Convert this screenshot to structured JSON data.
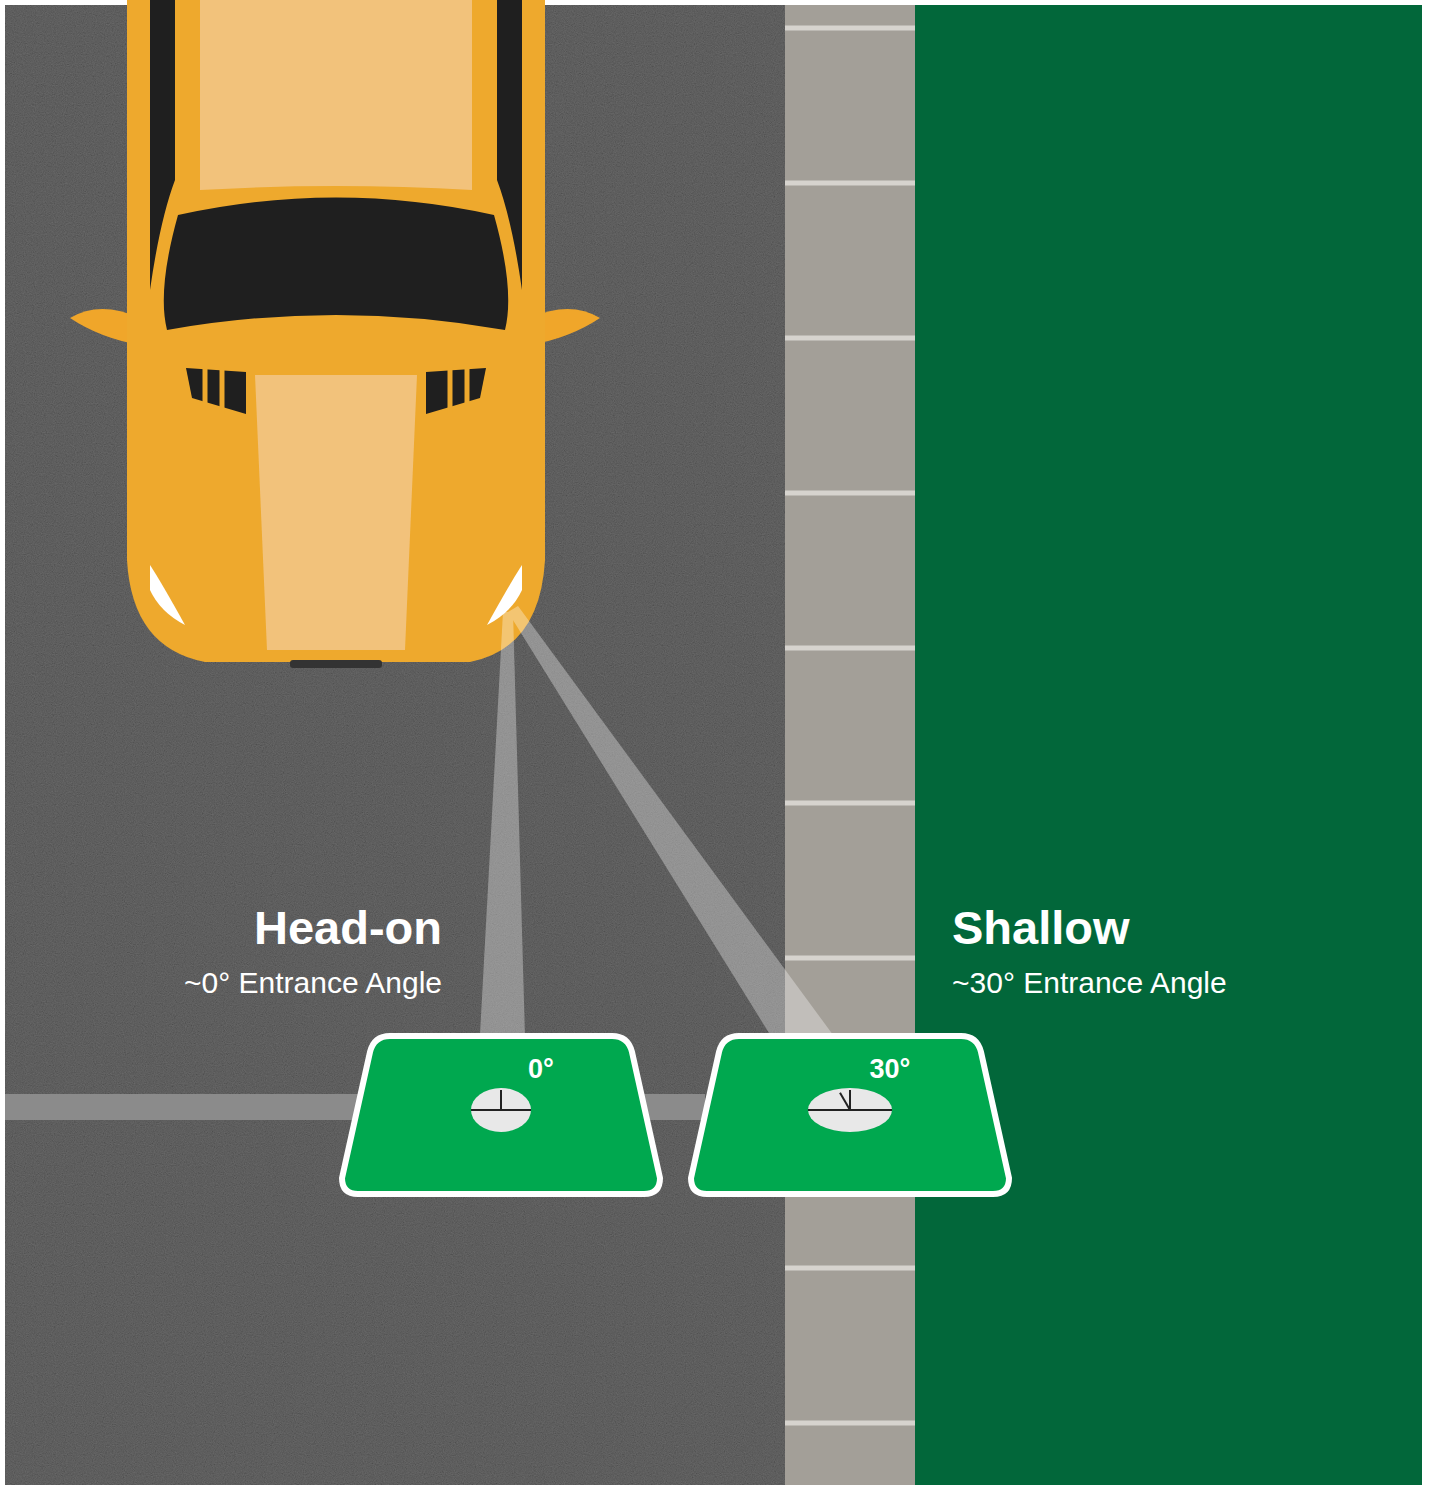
{
  "diagram": {
    "nodes": [
      {
        "text": [
          "0°"
        ]
      },
      {
        "text": [
          "30°"
        ]
      }
    ],
    "labels": [
      "Head-on",
      "~0° Entrance Angle",
      "Shallow",
      "~30° Entrance Angle"
    ]
  }
}
